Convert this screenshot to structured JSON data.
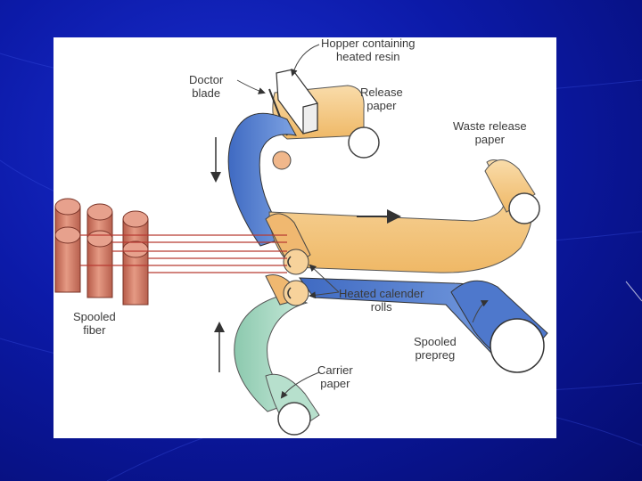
{
  "diagram": {
    "labels": {
      "hopper_line1": "Hopper containing",
      "hopper_line2": "heated resin",
      "doctor_line1": "Doctor",
      "doctor_line2": "blade",
      "release_line1": "Release",
      "release_line2": "paper",
      "waste_line1": "Waste release",
      "waste_line2": "paper",
      "fiber_line1": "Spooled",
      "fiber_line2": "fiber",
      "calender_line1": "Heated calender",
      "calender_line2": "rolls",
      "prepreg_line1": "Spooled",
      "prepreg_line2": "prepreg",
      "carrier_line1": "Carrier",
      "carrier_line2": "paper"
    },
    "colors": {
      "background": "#0c1aa8",
      "panel": "#ffffff",
      "release_paper": "#f3c98a",
      "resin_belt": "#5e86cf",
      "carrier_paper": "#a7d6c0",
      "fiber_spool": "#d9826e",
      "fiber_line": "#b83a32"
    }
  }
}
